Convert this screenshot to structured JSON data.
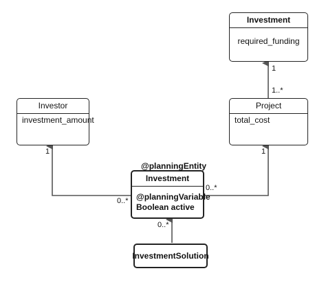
{
  "boxes": {
    "investment_top": {
      "name": "Investment",
      "attributes": [
        "required_funding"
      ]
    },
    "investor": {
      "name": "Investor",
      "attributes": [
        "investment_amount"
      ]
    },
    "project": {
      "name": "Project",
      "attributes": [
        "total_cost"
      ]
    },
    "investment_center": {
      "stereotype": "@planningEntity",
      "name": "Investment",
      "attributes": [
        "@planningVariable",
        "Boolean active"
      ]
    },
    "investment_solution": {
      "name": "InvestmentSolution"
    }
  },
  "multiplicities": {
    "project_to_investment_top": "1",
    "project_from": "1..*",
    "investor_end": "1",
    "investment_to_investor": "0..*",
    "project_end": "1",
    "investment_to_project": "0..*",
    "solution_to_investment": "0..*"
  },
  "colors": {
    "line": "#555555",
    "border": "#222222",
    "text": "#111111"
  }
}
